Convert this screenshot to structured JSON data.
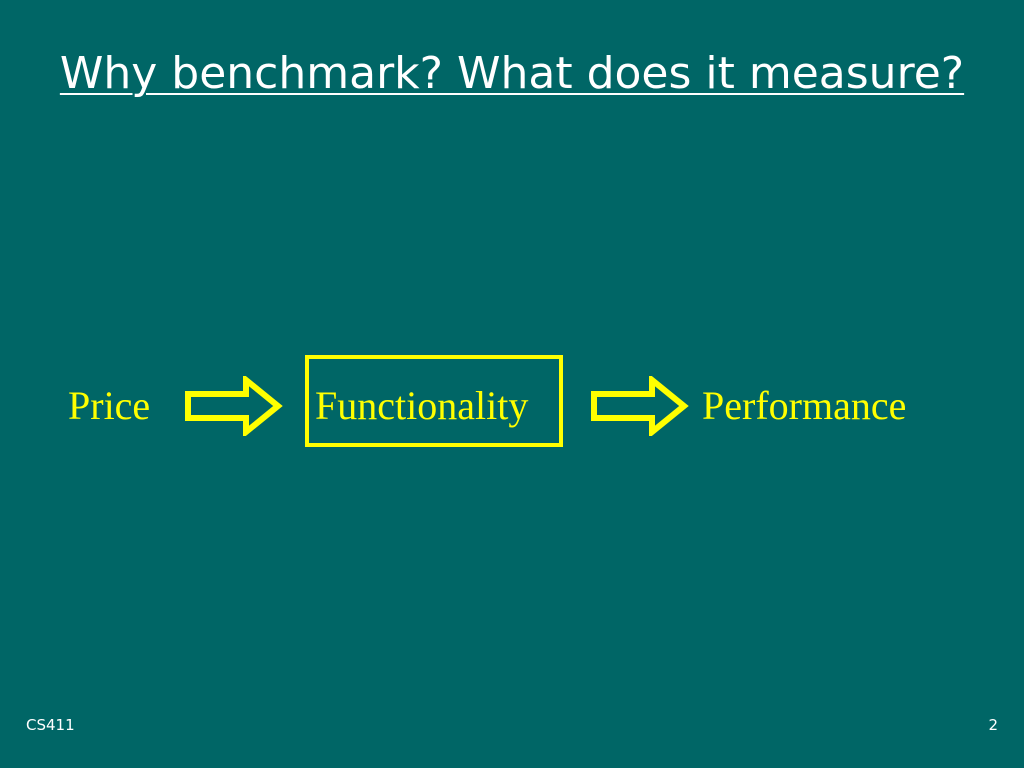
{
  "slide": {
    "title": "Why benchmark? What does it measure?",
    "flow": {
      "items": [
        "Price",
        "Functionality",
        "Performance"
      ],
      "highlighted_item": "Functionality"
    },
    "footer": {
      "left": "CS411",
      "page_number": "2"
    }
  },
  "colors": {
    "background": "#006666",
    "title_text": "#ffffff",
    "accent": "#ffff00"
  },
  "icons": {
    "arrow": "hollow-right-arrow-icon",
    "highlight": "rectangle-outline"
  }
}
